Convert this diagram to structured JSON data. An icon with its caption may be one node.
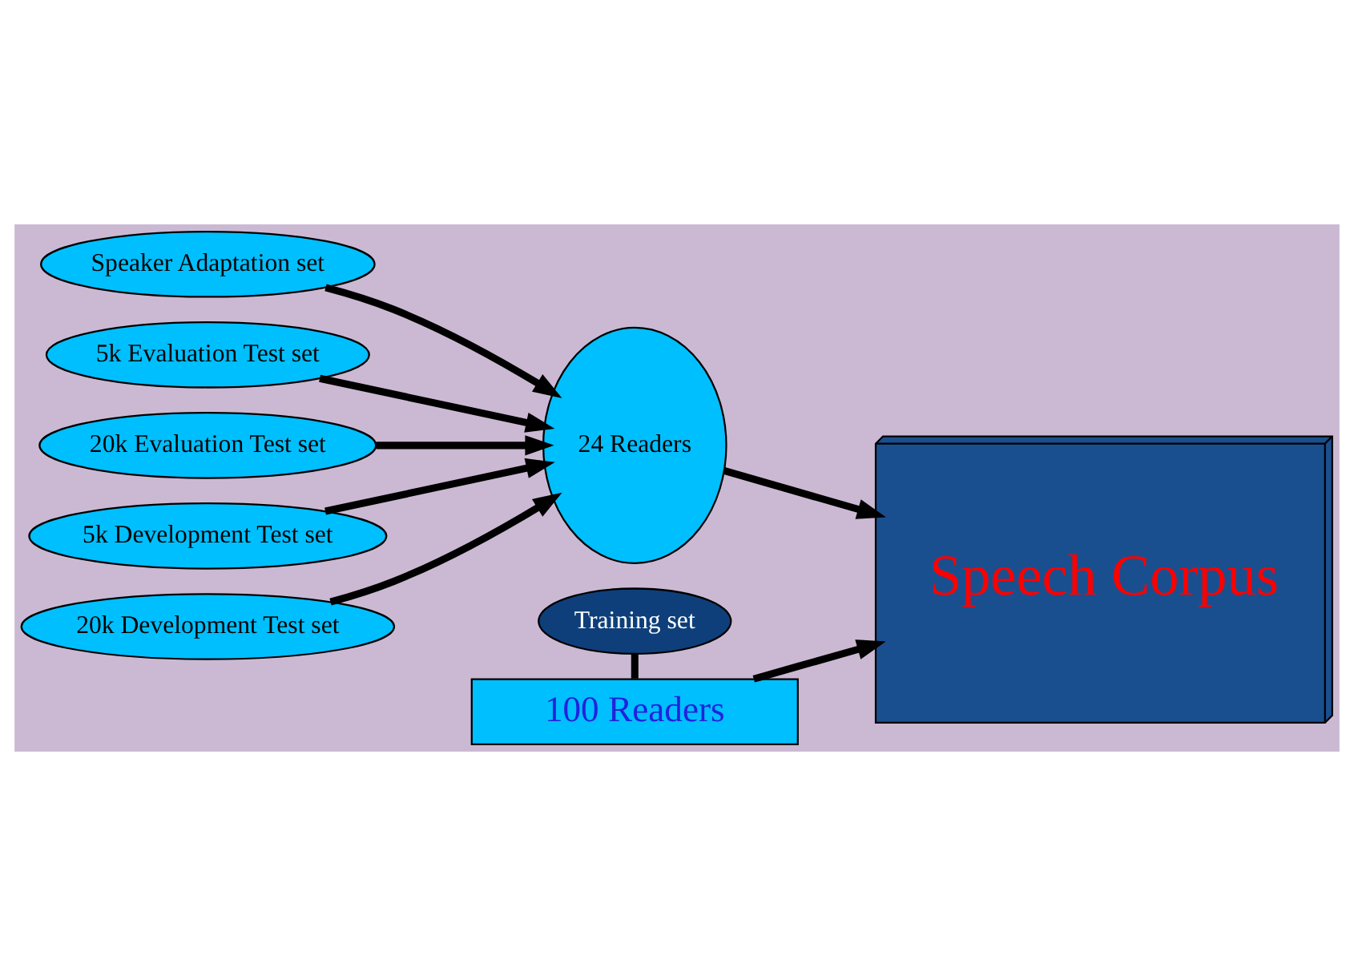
{
  "diagram": {
    "nodes": [
      {
        "text": [
          "Speaker Adaptation set"
        ]
      },
      {
        "text": [
          "Training set"
        ]
      },
      {
        "text": [
          "5k Evaluation Test set"
        ]
      },
      {
        "text": [
          "20k Evaluation Test set"
        ]
      },
      {
        "text": [
          "5k Development Test set"
        ]
      },
      {
        "text": [
          "20k Development Test set"
        ]
      },
      {
        "text": [
          "24 Readers"
        ]
      },
      {
        "text": [
          "100 Readers"
        ]
      },
      {
        "text": [
          "Speech Corpus"
        ]
      }
    ],
    "edges": [
      {
        "from": 0,
        "to": 6,
        "arrow": "to"
      },
      {
        "from": 2,
        "to": 6,
        "arrow": "to"
      },
      {
        "from": 3,
        "to": 6,
        "arrow": "to"
      },
      {
        "from": 4,
        "to": 6,
        "arrow": "to"
      },
      {
        "from": 5,
        "to": 6,
        "arrow": "to"
      },
      {
        "from": 1,
        "to": 7,
        "arrow": "none"
      },
      {
        "from": 6,
        "to": 8,
        "arrow": "to"
      },
      {
        "from": 7,
        "to": 8,
        "arrow": "to"
      }
    ]
  }
}
